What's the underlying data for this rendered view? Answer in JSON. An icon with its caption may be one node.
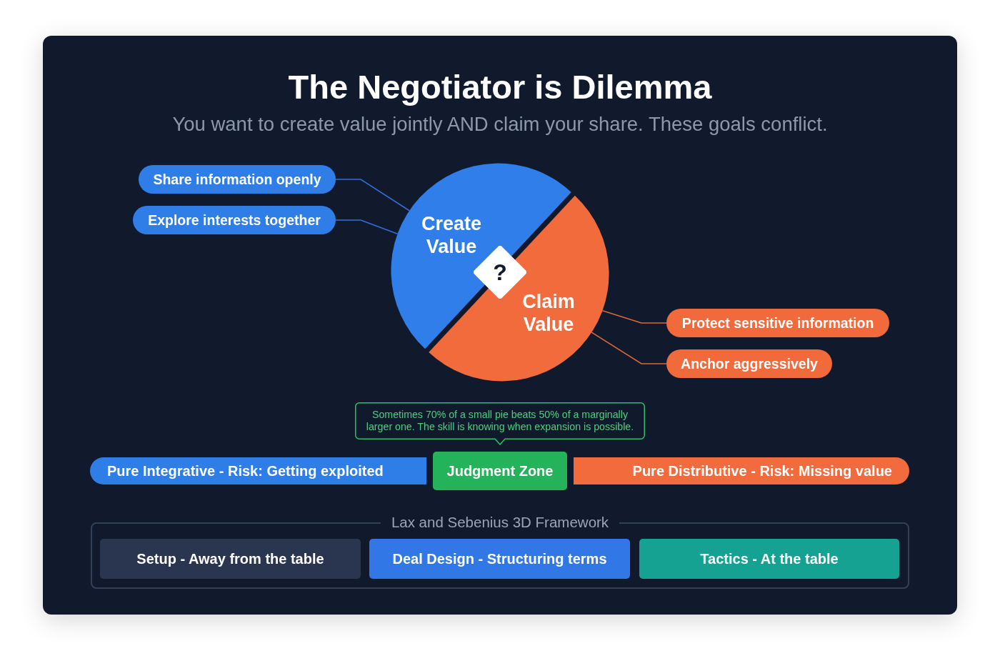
{
  "diagram": {
    "title": "The Negotiator is Dilemma",
    "nodes": [
      {
        "text": [
          "Share information openly"
        ]
      },
      {
        "text": [
          "Explore interests together"
        ]
      },
      {
        "text": [
          "Create Value"
        ]
      },
      {
        "text": [
          "?"
        ]
      },
      {
        "text": [
          "Claim Value"
        ]
      },
      {
        "text": [
          "Protect sensitive information"
        ]
      },
      {
        "text": [
          "Anchor aggressively"
        ]
      },
      {
        "text": [
          "Sometimes 70% of a small pie beats 50% of a marginally larger one. The skill is knowing when expansion is possible."
        ]
      },
      {
        "text": [
          "Pure Integrative - Risk: Getting exploited"
        ]
      },
      {
        "text": [
          "Judgment Zone"
        ]
      },
      {
        "text": [
          "Pure Distributive - Risk: Missing value"
        ]
      },
      {
        "text": [
          "Lax and Sebenius 3D Framework"
        ]
      },
      {
        "text": [
          "Setup - Away from the table"
        ],
        "in": 11
      },
      {
        "text": [
          "Deal Design - Structuring terms"
        ],
        "in": 11
      },
      {
        "text": [
          "Tactics - At the table"
        ],
        "in": 11
      }
    ],
    "edges": [
      {
        "from": 0,
        "to": 2,
        "arrow": "none",
        "color": "#2f6fd6"
      },
      {
        "from": 1,
        "to": 2,
        "arrow": "none",
        "color": "#2f6fd6"
      },
      {
        "from": 4,
        "to": 5,
        "arrow": "none",
        "color": "#e0653b"
      },
      {
        "from": 4,
        "to": 6,
        "arrow": "none",
        "color": "#e0653b"
      }
    ],
    "labels": [
      "You want to create value jointly AND claim your share. These goals conflict."
    ]
  }
}
